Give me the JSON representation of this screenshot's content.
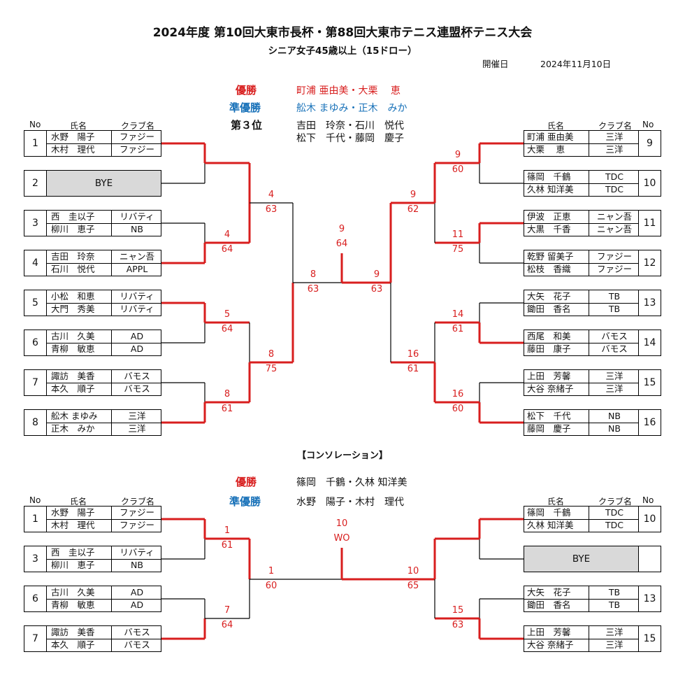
{
  "title": "2024年度 第10回大東市長杯・第88回大東市テニス連盟杯テニス大会",
  "subtitle": "シニア女子45歳以上（15ドロー）",
  "date_label": "開催日",
  "date_value": "2024年11月10日",
  "main": {
    "winner_label": "優勝",
    "winner": "町浦 亜由美・大栗　 恵",
    "runnerup_label": "準優勝",
    "runnerup": "舩木 まゆみ・正木　みか",
    "third_label": "第３位",
    "third_1": "吉田　玲奈・石川　悦代",
    "third_2": "松下　千代・藤岡　慶子"
  },
  "headers": {
    "no": "No",
    "name": "氏名",
    "club": "クラブ名"
  },
  "left_entries": [
    {
      "no": "1",
      "players": [
        [
          "水野　陽子",
          "ファジー"
        ],
        [
          "木村　理代",
          "ファジー"
        ]
      ]
    },
    {
      "no": "2",
      "bye": "BYE"
    },
    {
      "no": "3",
      "players": [
        [
          "西　圭以子",
          "リバティ"
        ],
        [
          "柳川　恵子",
          "NB"
        ]
      ]
    },
    {
      "no": "4",
      "players": [
        [
          "吉田　玲奈",
          "ニャン吾"
        ],
        [
          "石川　悦代",
          "APPL"
        ]
      ]
    },
    {
      "no": "5",
      "players": [
        [
          "小松　和恵",
          "リバティ"
        ],
        [
          "大門　秀美",
          "リバティ"
        ]
      ]
    },
    {
      "no": "6",
      "players": [
        [
          "古川　久美",
          "AD"
        ],
        [
          "青柳　敏恵",
          "AD"
        ]
      ]
    },
    {
      "no": "7",
      "players": [
        [
          "諏訪　美香",
          "バモス"
        ],
        [
          "本久　順子",
          "バモス"
        ]
      ]
    },
    {
      "no": "8",
      "players": [
        [
          "舩木 まゆみ",
          "三洋"
        ],
        [
          "正木　みか",
          "三洋"
        ]
      ]
    }
  ],
  "right_entries": [
    {
      "no": "9",
      "players": [
        [
          "町浦 亜由美",
          "三洋"
        ],
        [
          "大栗　 恵",
          "三洋"
        ]
      ]
    },
    {
      "no": "10",
      "players": [
        [
          "篠岡　千鶴",
          "TDC"
        ],
        [
          "久林 知洋美",
          "TDC"
        ]
      ]
    },
    {
      "no": "11",
      "players": [
        [
          "伊波　正恵",
          "ニャン吾"
        ],
        [
          "大黒　千香",
          "ニャン吾"
        ]
      ]
    },
    {
      "no": "12",
      "players": [
        [
          "乾野 留美子",
          "ファジー"
        ],
        [
          "松枝　香織",
          "ファジー"
        ]
      ]
    },
    {
      "no": "13",
      "players": [
        [
          "大矢　花子",
          "TB"
        ],
        [
          "鋤田　香名",
          "TB"
        ]
      ]
    },
    {
      "no": "14",
      "players": [
        [
          "西尾　和美",
          "バモス"
        ],
        [
          "藤田　康子",
          "バモス"
        ]
      ]
    },
    {
      "no": "15",
      "players": [
        [
          "上田　芳馨",
          "三洋"
        ],
        [
          "大谷 奈緒子",
          "三洋"
        ]
      ]
    },
    {
      "no": "16",
      "players": [
        [
          "松下　千代",
          "NB"
        ],
        [
          "藤岡　慶子",
          "NB"
        ]
      ]
    }
  ],
  "main_scores": [
    {
      "w": "4",
      "s": "63"
    },
    {
      "w": "4",
      "s": "64"
    },
    {
      "w": "5",
      "s": "64"
    },
    {
      "w": "8",
      "s": "61"
    },
    {
      "w": "4",
      "s": "63"
    },
    {
      "w": "8",
      "s": "75"
    },
    {
      "w": "8",
      "s": "63"
    },
    {
      "w": "9",
      "s": "64"
    },
    {
      "w": "9",
      "s": "63"
    },
    {
      "w": "9",
      "s": "62"
    },
    {
      "w": "16",
      "s": "61"
    },
    {
      "w": "9",
      "s": "60"
    },
    {
      "w": "11",
      "s": "75"
    },
    {
      "w": "14",
      "s": "61"
    },
    {
      "w": "16",
      "s": "60"
    }
  ],
  "consolation": {
    "label": "【コンソレーション】",
    "winner_label": "優勝",
    "winner": "篠岡　千鶴・久林 知洋美",
    "runnerup_label": "準優勝",
    "runnerup": "水野　陽子・木村　理代",
    "left_entries": [
      {
        "no": "1",
        "players": [
          [
            "水野　陽子",
            "ファジー"
          ],
          [
            "木村　理代",
            "ファジー"
          ]
        ]
      },
      {
        "no": "3",
        "players": [
          [
            "西　圭以子",
            "リバティ"
          ],
          [
            "柳川　恵子",
            "NB"
          ]
        ]
      },
      {
        "no": "6",
        "players": [
          [
            "古川　久美",
            "AD"
          ],
          [
            "青柳　敏恵",
            "AD"
          ]
        ]
      },
      {
        "no": "7",
        "players": [
          [
            "諏訪　美香",
            "バモス"
          ],
          [
            "本久　順子",
            "バモス"
          ]
        ]
      }
    ],
    "right_entries": [
      {
        "no": "10",
        "players": [
          [
            "篠岡　千鶴",
            "TDC"
          ],
          [
            "久林 知洋美",
            "TDC"
          ]
        ]
      },
      {
        "no": "",
        "bye": "BYE"
      },
      {
        "no": "13",
        "players": [
          [
            "大矢　花子",
            "TB"
          ],
          [
            "鋤田　香名",
            "TB"
          ]
        ]
      },
      {
        "no": "15",
        "players": [
          [
            "上田　芳馨",
            "三洋"
          ],
          [
            "大谷 奈緒子",
            "三洋"
          ]
        ]
      }
    ],
    "scores": [
      {
        "w": "1",
        "s": "61"
      },
      {
        "w": "7",
        "s": "64"
      },
      {
        "w": "1",
        "s": "60"
      },
      {
        "w": "10",
        "s": "WO"
      },
      {
        "w": "10",
        "s": "65"
      },
      {
        "w": "15",
        "s": "63"
      }
    ]
  },
  "colors": {
    "accent_red": "#d81e1e",
    "accent_blue": "#1670b8",
    "bye_gray": "#d9d9d9"
  }
}
